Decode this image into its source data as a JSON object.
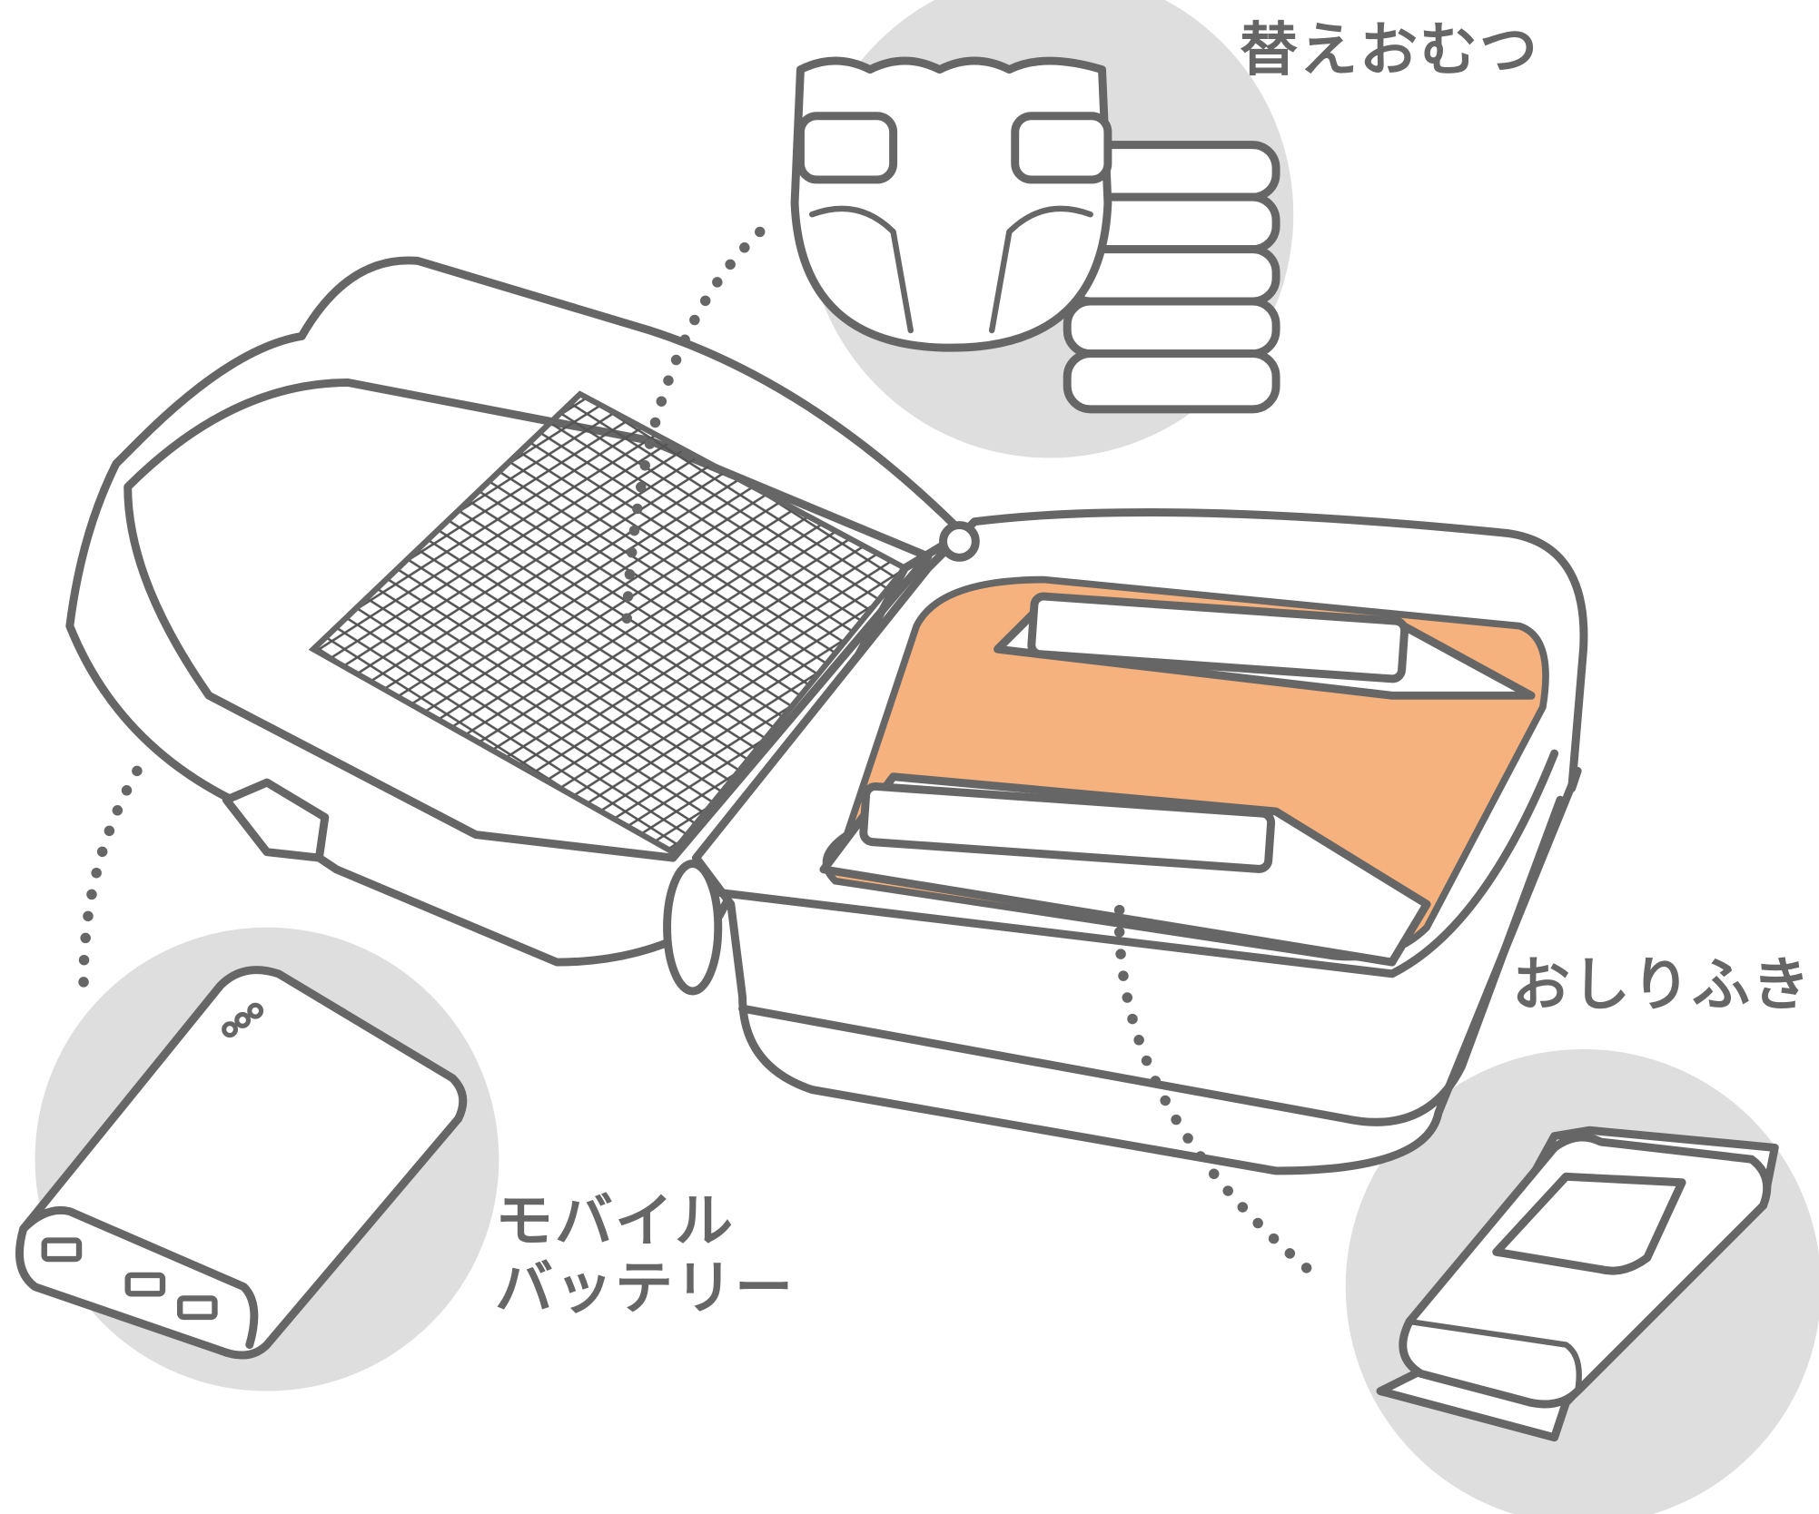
{
  "labels": {
    "diaper": "替えおむつ",
    "wipes": "おしりふき",
    "battery_line1": "モバイル",
    "battery_line2": "バッテリー"
  },
  "colors": {
    "stroke": "#666666",
    "circle": "#dedede",
    "pad": "#f5b27e"
  }
}
